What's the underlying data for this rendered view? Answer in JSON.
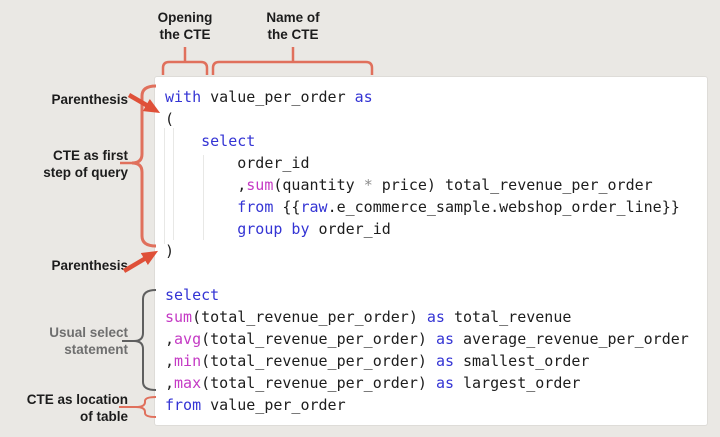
{
  "colors": {
    "background": "#eae8e4",
    "code_bg": "#ffffff",
    "keyword": "#3434d4",
    "function": "#c439c4",
    "plain": "#1d1d1d",
    "operator": "#8d8d8d",
    "annotation_red": "#e0705c",
    "annotation_arrow": "#df5038",
    "annotation_gray": "#5f5f5f",
    "label_dark": "#1c1c1c",
    "label_gray": "#6f6f6f",
    "indent_guide": "#e8e8e6"
  },
  "annotations": {
    "top": [
      {
        "id": "opening-cte",
        "text": "Opening\nthe CTE"
      },
      {
        "id": "name-cte",
        "text": "Name of\nthe CTE"
      }
    ],
    "left": [
      {
        "id": "parenthesis-open",
        "text": "Parenthesis"
      },
      {
        "id": "cte-first-step",
        "text": "CTE as first\nstep of query"
      },
      {
        "id": "parenthesis-close",
        "text": "Parenthesis"
      },
      {
        "id": "usual-select",
        "text": "Usual select\nstatement"
      },
      {
        "id": "cte-location",
        "text": "CTE as location\nof table"
      }
    ]
  },
  "code": {
    "language": "sql",
    "lines": [
      [
        {
          "t": "with",
          "c": "k"
        },
        {
          "t": " value_per_order ",
          "c": "p"
        },
        {
          "t": "as",
          "c": "k"
        }
      ],
      [
        {
          "t": "(",
          "c": "p"
        }
      ],
      [
        {
          "t": "    ",
          "c": "p"
        },
        {
          "t": "select",
          "c": "k"
        }
      ],
      [
        {
          "t": "        order_id",
          "c": "p"
        }
      ],
      [
        {
          "t": "        ,",
          "c": "p"
        },
        {
          "t": "sum",
          "c": "f"
        },
        {
          "t": "(quantity ",
          "c": "p"
        },
        {
          "t": "*",
          "c": "o"
        },
        {
          "t": " price) total_revenue_per_order",
          "c": "p"
        }
      ],
      [
        {
          "t": "        ",
          "c": "p"
        },
        {
          "t": "from",
          "c": "k"
        },
        {
          "t": " {{",
          "c": "p"
        },
        {
          "t": "raw",
          "c": "k"
        },
        {
          "t": ".e_commerce_sample.webshop_order_line}}",
          "c": "p"
        }
      ],
      [
        {
          "t": "        ",
          "c": "p"
        },
        {
          "t": "group by",
          "c": "k"
        },
        {
          "t": " order_id",
          "c": "p"
        }
      ],
      [
        {
          "t": ")",
          "c": "p"
        }
      ],
      [],
      [
        {
          "t": "select",
          "c": "k"
        }
      ],
      [
        {
          "t": "sum",
          "c": "f"
        },
        {
          "t": "(total_revenue_per_order) ",
          "c": "p"
        },
        {
          "t": "as",
          "c": "k"
        },
        {
          "t": " total_revenue",
          "c": "p"
        }
      ],
      [
        {
          "t": ",",
          "c": "p"
        },
        {
          "t": "avg",
          "c": "f"
        },
        {
          "t": "(total_revenue_per_order) ",
          "c": "p"
        },
        {
          "t": "as",
          "c": "k"
        },
        {
          "t": " average_revenue_per_order",
          "c": "p"
        }
      ],
      [
        {
          "t": ",",
          "c": "p"
        },
        {
          "t": "min",
          "c": "f"
        },
        {
          "t": "(total_revenue_per_order) ",
          "c": "p"
        },
        {
          "t": "as",
          "c": "k"
        },
        {
          "t": " smallest_order",
          "c": "p"
        }
      ],
      [
        {
          "t": ",",
          "c": "p"
        },
        {
          "t": "max",
          "c": "f"
        },
        {
          "t": "(total_revenue_per_order) ",
          "c": "p"
        },
        {
          "t": "as",
          "c": "k"
        },
        {
          "t": " largest_order",
          "c": "p"
        }
      ],
      [
        {
          "t": "from",
          "c": "k"
        },
        {
          "t": " value_per_order",
          "c": "p"
        }
      ]
    ]
  }
}
